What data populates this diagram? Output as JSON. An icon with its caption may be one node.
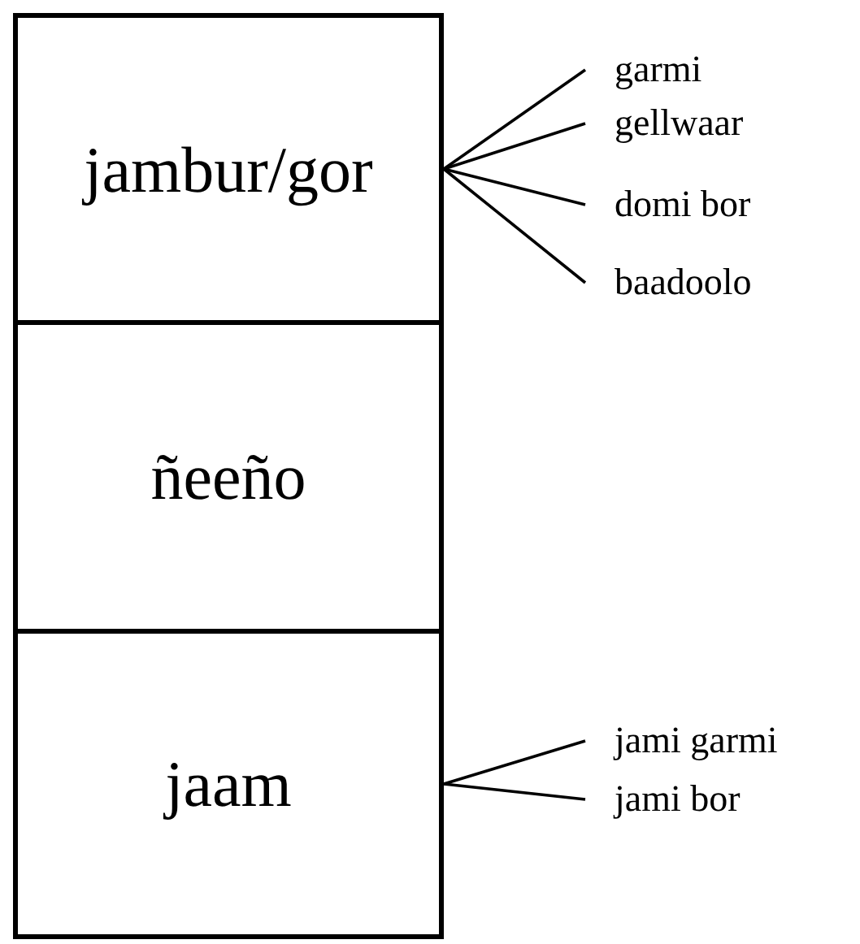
{
  "diagram": {
    "nodes": [
      {
        "text": [
          "jambur/gor"
        ]
      },
      {
        "text": [
          "ñeeño"
        ]
      },
      {
        "text": [
          "jaam"
        ]
      },
      {
        "text": [
          "garmi"
        ]
      },
      {
        "text": [
          "gellwaar"
        ]
      },
      {
        "text": [
          "domi bor"
        ]
      },
      {
        "text": [
          "baadoolo"
        ]
      },
      {
        "text": [
          "jami garmi"
        ]
      },
      {
        "text": [
          "jami bor"
        ]
      }
    ],
    "edges": [
      {
        "from": 0,
        "to": 3,
        "arrow": "none"
      },
      {
        "from": 0,
        "to": 4,
        "arrow": "none"
      },
      {
        "from": 0,
        "to": 5,
        "arrow": "none"
      },
      {
        "from": 0,
        "to": 6,
        "arrow": "none"
      },
      {
        "from": 2,
        "to": 7,
        "arrow": "none"
      },
      {
        "from": 2,
        "to": 8,
        "arrow": "none"
      }
    ]
  }
}
